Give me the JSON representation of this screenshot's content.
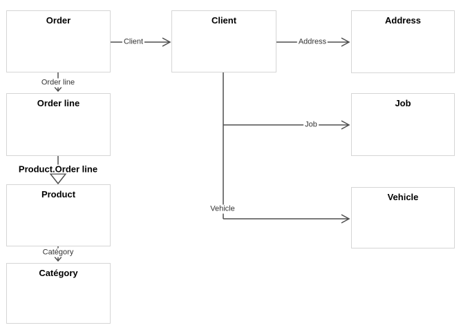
{
  "diagram": {
    "nodes": [
      {
        "id": "order",
        "title": "Order"
      },
      {
        "id": "order-line",
        "title": "Order line"
      },
      {
        "id": "product",
        "title": "Product"
      },
      {
        "id": "category",
        "title": "Catégory"
      },
      {
        "id": "client",
        "title": "Client"
      },
      {
        "id": "address",
        "title": "Address"
      },
      {
        "id": "job",
        "title": "Job"
      },
      {
        "id": "vehicle",
        "title": "Vehicle"
      }
    ],
    "edges": [
      {
        "from": "Order",
        "to": "Client",
        "label": "Client",
        "arrowhead": "open"
      },
      {
        "from": "Client",
        "to": "Address",
        "label": "Address",
        "arrowhead": "open"
      },
      {
        "from": "Order",
        "to": "Order line",
        "label": "Order line",
        "arrowhead": "open"
      },
      {
        "from": "Client",
        "to": "Job",
        "label": "Job",
        "arrowhead": "open"
      },
      {
        "from": "Order line",
        "to": "Product",
        "label": "Product.Order line",
        "arrowhead": "hollow-triangle"
      },
      {
        "from": "Client",
        "to": "Vehicle",
        "label": "Vehicle",
        "arrowhead": "open"
      },
      {
        "from": "Product",
        "to": "Catégory",
        "label": "Catégory",
        "arrowhead": "open"
      }
    ],
    "colors": {
      "connector_line": "#4d4d4d",
      "box_border": "#d5d5d5",
      "box_background": "#ffffff",
      "canvas_background": "#ffffff",
      "title_text": "#000000",
      "label_text": "#333333"
    }
  }
}
